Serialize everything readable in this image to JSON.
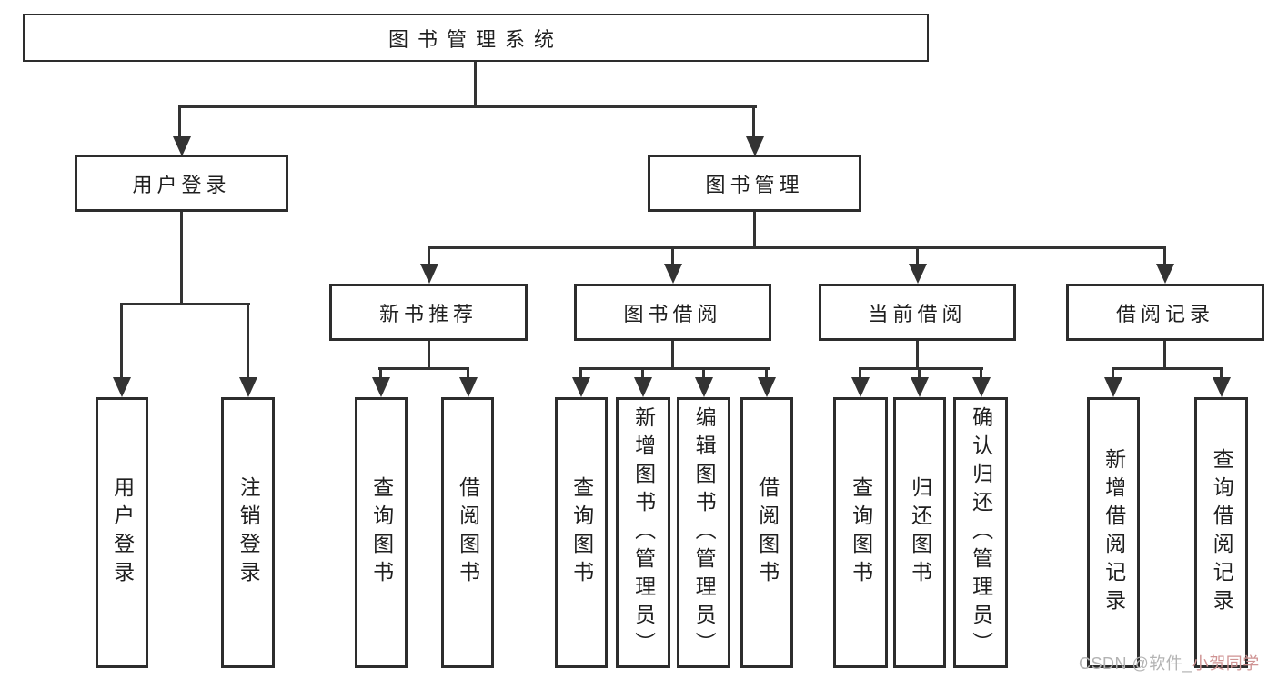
{
  "tree": {
    "root": {
      "label": "图书管理系统",
      "children": [
        {
          "label": "用户登录",
          "children": [
            {
              "label": "用户登录"
            },
            {
              "label": "注销登录"
            }
          ]
        },
        {
          "label": "图书管理",
          "children": [
            {
              "label": "新书推荐",
              "children": [
                {
                  "label": "查询图书"
                },
                {
                  "label": "借阅图书"
                }
              ]
            },
            {
              "label": "图书借阅",
              "children": [
                {
                  "label": "查询图书"
                },
                {
                  "label": "新增图书（管理员）"
                },
                {
                  "label": "编辑图书（管理员）"
                },
                {
                  "label": "借阅图书"
                }
              ]
            },
            {
              "label": "当前借阅",
              "children": [
                {
                  "label": "查询图书"
                },
                {
                  "label": "归还图书"
                },
                {
                  "label": "确认归还（管理员）"
                }
              ]
            },
            {
              "label": "借阅记录",
              "children": [
                {
                  "label": "新增借阅记录"
                },
                {
                  "label": "查询借阅记录"
                }
              ]
            }
          ]
        }
      ]
    }
  },
  "watermark": {
    "prefix": "CSDN @软件_",
    "suffix": "小贺同学"
  },
  "colors": {
    "background": "#ffffff",
    "box_border": "#2d2d2d",
    "connector": "#333333",
    "text": "#1f1f1f",
    "watermark_gray": "#b3b3b3",
    "watermark_red": "#cf9393"
  }
}
